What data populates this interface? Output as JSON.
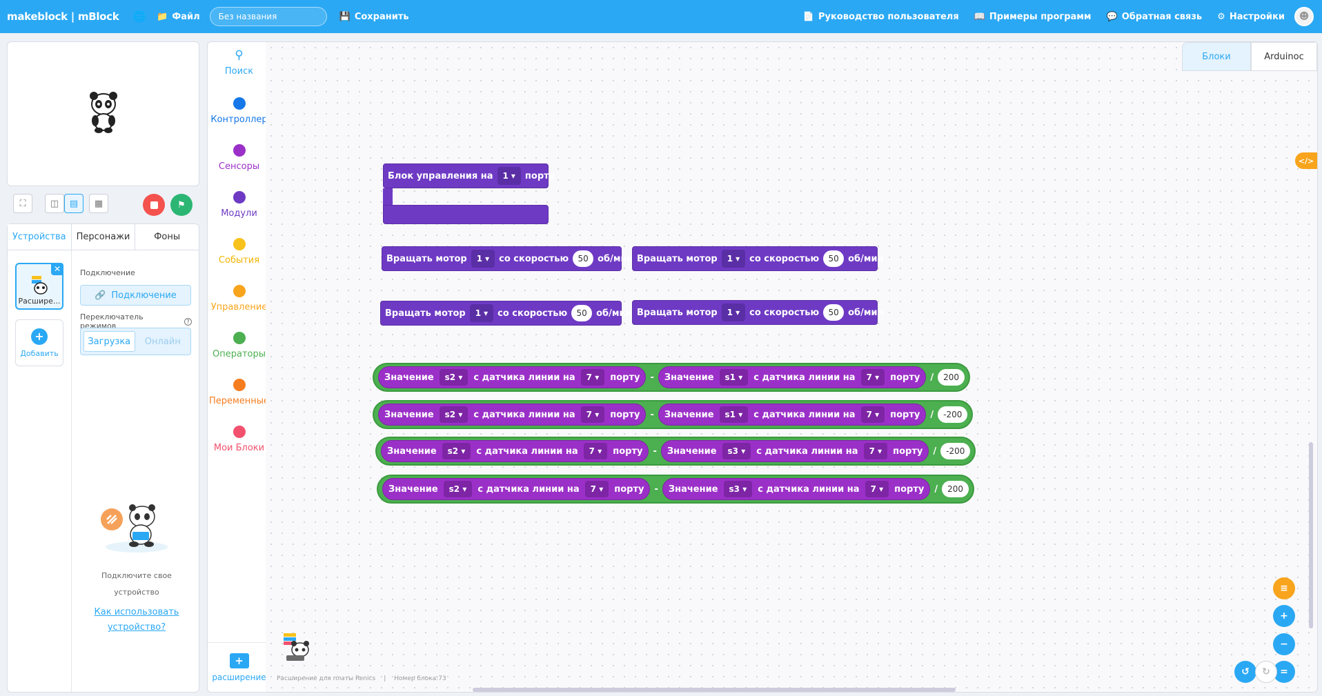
{
  "topbar": {
    "logo": "makeblock | mBlock",
    "file_label": "Файл",
    "project_title": "Без названия",
    "save_label": "Сохранить",
    "guide_label": "Руководство пользователя",
    "examples_label": "Примеры программ",
    "feedback_label": "Обратная связь",
    "settings_label": "Настройки"
  },
  "left": {
    "tabs": [
      "Устройства",
      "Персонажи",
      "Фоны"
    ],
    "active_tab": "Устройства",
    "device_name": "Расшире...",
    "add_label": "Добавить",
    "connection_heading": "Подключение",
    "connect_button": "Подключение",
    "mode_heading": "Переключатель режимов",
    "mode_upload": "Загрузка",
    "mode_online": "Онлайн",
    "help_line1": "Подключите свое",
    "help_line2": "устройство",
    "help_link1": "Как использовать",
    "help_link2": "устройство?"
  },
  "categories": [
    {
      "label": "Поиск",
      "color": "#2aa8f4",
      "icon": "search-icon"
    },
    {
      "label": "Контроллер",
      "color": "#1677e8"
    },
    {
      "label": "Сенсоры",
      "color": "#9b30c8"
    },
    {
      "label": "Модули",
      "color": "#6e3ac4"
    },
    {
      "label": "События",
      "color": "#f8c21c"
    },
    {
      "label": "Управление",
      "color": "#f8a41c"
    },
    {
      "label": "Операторы",
      "color": "#4caf50"
    },
    {
      "label": "Переменные",
      "color": "#f57d1f"
    },
    {
      "label": "Мои Блоки",
      "color": "#f2516e"
    }
  ],
  "extension_label": "расширение",
  "workspace": {
    "tabs": [
      "Блоки",
      "Arduinoc"
    ],
    "active_tab": "Блоки",
    "code_toggle": "</>",
    "status_ext": "Расширение для платы Renics",
    "status_count": "Номер блока:73",
    "control_block": {
      "prefix": "Блок управления на",
      "port": "1",
      "suffix": "порту"
    },
    "motor_blocks": [
      {
        "label": "Вращать мотор",
        "port": "1",
        "mid": "со скоростью",
        "speed": "50",
        "unit": "об/мин"
      },
      {
        "label": "Вращать мотор",
        "port": "1",
        "mid": "со скоростью",
        "speed": "50",
        "unit": "об/мин"
      },
      {
        "label": "Вращать мотор",
        "port": "1",
        "mid": "со скоростью",
        "speed": "50",
        "unit": "об/мин"
      },
      {
        "label": "Вращать мотор",
        "port": "1",
        "mid": "со скоростью",
        "speed": "50",
        "unit": "об/мин"
      }
    ],
    "sensor_rows": [
      {
        "a_label": "Значение",
        "a_sensor": "s2",
        "a_mid": "с датчика линии на",
        "a_port": "7",
        "a_suffix": "порту",
        "op": "-",
        "b_label": "Значение",
        "b_sensor": "s1",
        "b_mid": "с датчика линии на",
        "b_port": "7",
        "b_suffix": "порту",
        "div": "/",
        "value": "200"
      },
      {
        "a_label": "Значение",
        "a_sensor": "s2",
        "a_mid": "с датчика линии на",
        "a_port": "7",
        "a_suffix": "порту",
        "op": "-",
        "b_label": "Значение",
        "b_sensor": "s1",
        "b_mid": "с датчика линии на",
        "b_port": "7",
        "b_suffix": "порту",
        "div": "/",
        "value": "-200"
      },
      {
        "a_label": "Значение",
        "a_sensor": "s2",
        "a_mid": "с датчика линии на",
        "a_port": "7",
        "a_suffix": "порту",
        "op": "-",
        "b_label": "Значение",
        "b_sensor": "s3",
        "b_mid": "с датчика линии на",
        "b_port": "7",
        "b_suffix": "порту",
        "div": "/",
        "value": "-200"
      },
      {
        "a_label": "Значение",
        "a_sensor": "s2",
        "a_mid": "с датчика линии на",
        "a_port": "7",
        "a_suffix": "порту",
        "op": "-",
        "b_label": "Значение",
        "b_sensor": "s3",
        "b_mid": "с датчика линии на",
        "b_port": "7",
        "b_suffix": "порту",
        "div": "/",
        "value": "200"
      }
    ]
  },
  "colors": {
    "topbar": "#2aa8f4",
    "motion_purple": "#6e3ac4",
    "operator_green": "#4caf50",
    "sensor_purple": "#9b30c8",
    "stop": "#f4524d",
    "go": "#2bb673"
  }
}
